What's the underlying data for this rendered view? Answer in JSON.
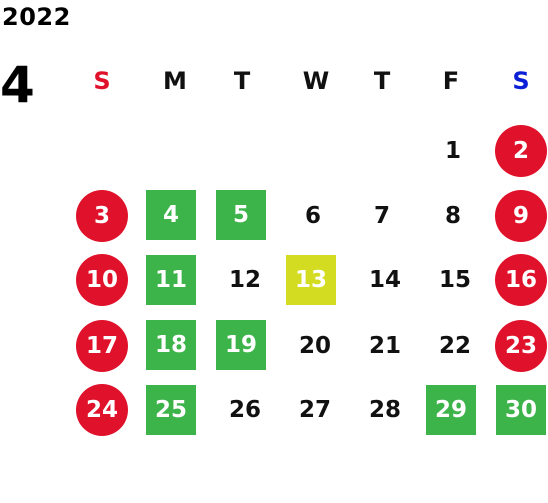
{
  "calendar": {
    "year": "2022",
    "month": "4",
    "colors": {
      "holiday": "#e0112a",
      "closed": "#3cb44a",
      "special": "#d4dc21",
      "sunday_label": "#e0112a",
      "saturday_label": "#0a1fd6"
    },
    "weekdays": [
      {
        "label": "S",
        "color": "#e0112a"
      },
      {
        "label": "M",
        "color": "#111111"
      },
      {
        "label": "T",
        "color": "#111111"
      },
      {
        "label": "W",
        "color": "#111111"
      },
      {
        "label": "T",
        "color": "#111111"
      },
      {
        "label": "F",
        "color": "#111111"
      },
      {
        "label": "S",
        "color": "#0a1fd6"
      }
    ],
    "days": [
      {
        "label": "1",
        "type": "normal"
      },
      {
        "label": "2",
        "type": "holiday"
      },
      {
        "label": "3",
        "type": "holiday"
      },
      {
        "label": "4",
        "type": "closed"
      },
      {
        "label": "5",
        "type": "closed"
      },
      {
        "label": "6",
        "type": "normal"
      },
      {
        "label": "7",
        "type": "normal"
      },
      {
        "label": "8",
        "type": "normal"
      },
      {
        "label": "9",
        "type": "holiday"
      },
      {
        "label": "10",
        "type": "holiday"
      },
      {
        "label": "11",
        "type": "closed"
      },
      {
        "label": "12",
        "type": "normal"
      },
      {
        "label": "13",
        "type": "special"
      },
      {
        "label": "14",
        "type": "normal"
      },
      {
        "label": "15",
        "type": "normal"
      },
      {
        "label": "16",
        "type": "holiday"
      },
      {
        "label": "17",
        "type": "holiday"
      },
      {
        "label": "18",
        "type": "closed"
      },
      {
        "label": "19",
        "type": "closed"
      },
      {
        "label": "20",
        "type": "normal"
      },
      {
        "label": "21",
        "type": "normal"
      },
      {
        "label": "22",
        "type": "normal"
      },
      {
        "label": "23",
        "type": "holiday"
      },
      {
        "label": "24",
        "type": "holiday"
      },
      {
        "label": "25",
        "type": "closed"
      },
      {
        "label": "26",
        "type": "normal"
      },
      {
        "label": "27",
        "type": "normal"
      },
      {
        "label": "28",
        "type": "normal"
      },
      {
        "label": "29",
        "type": "closed"
      },
      {
        "label": "30",
        "type": "closed"
      }
    ]
  }
}
